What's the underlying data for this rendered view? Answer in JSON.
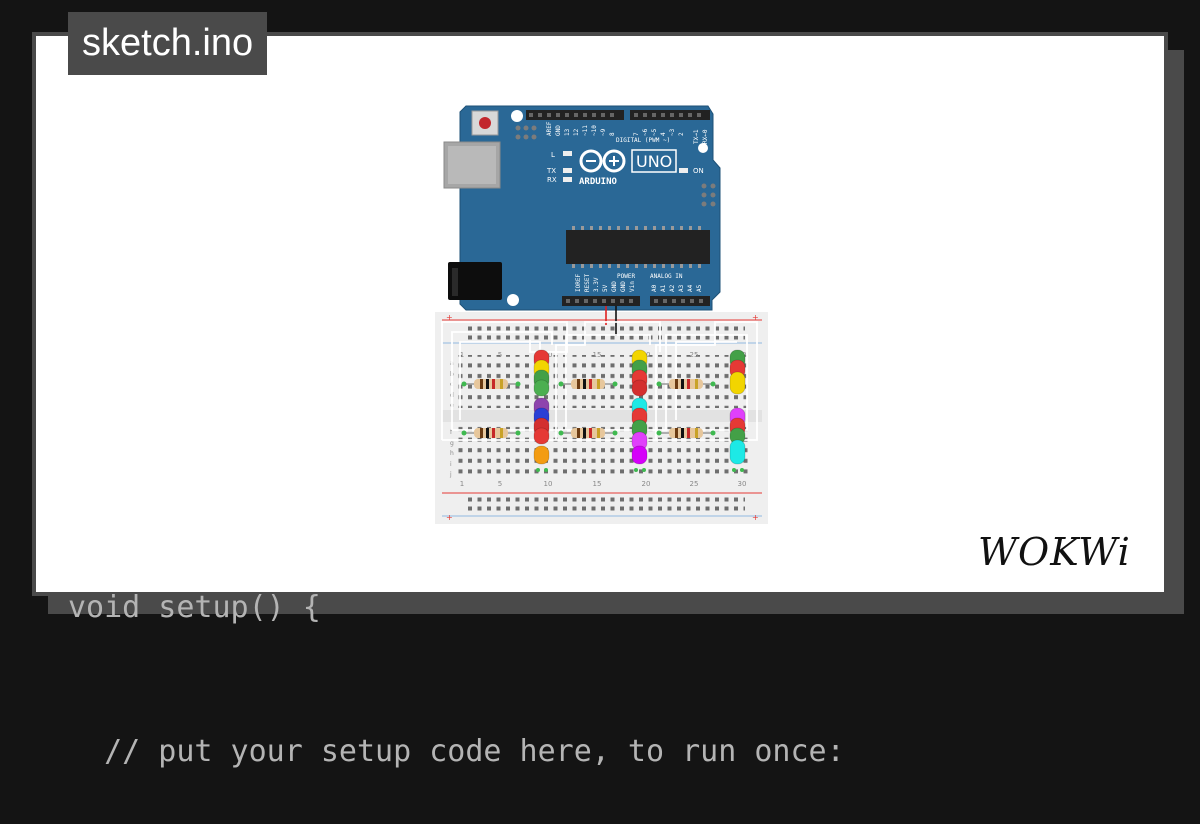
{
  "header": {
    "filename": "sketch.ino"
  },
  "code": {
    "line1": "void setup() {",
    "line2": "  // put your setup code here, to run once:"
  },
  "brand": {
    "logo_text": "WOKWi"
  },
  "board": {
    "brand": "ARDUINO",
    "model": "UNO",
    "digital_label": "DIGITAL (PWM ~)",
    "power_label": "POWER",
    "analog_label": "ANALOG IN",
    "led_l": "L",
    "led_tx": "TX",
    "led_rx": "RX",
    "on_label": "ON",
    "digital_pins": [
      "AREF",
      "GND",
      "13",
      "12",
      "~11",
      "~10",
      "~9",
      "8",
      "7",
      "~6",
      "~5",
      "4",
      "~3",
      "2",
      "TX→1",
      "RX←0"
    ],
    "power_pins": [
      "IOREF",
      "RESET",
      "3.3V",
      "5V",
      "GND",
      "GND",
      "Vin"
    ],
    "analog_pins": [
      "A0",
      "A1",
      "A2",
      "A3",
      "A4",
      "A5"
    ]
  },
  "breadboard": {
    "column_numbers": [
      "1",
      "5",
      "10",
      "15",
      "20",
      "25",
      "30"
    ],
    "row_letters_top": [
      "a",
      "b",
      "c",
      "d",
      "e"
    ],
    "row_letters_bottom": [
      "f",
      "g",
      "h",
      "i",
      "j"
    ]
  },
  "colors": {
    "board_blue": "#2a6896",
    "frame": "#4a4a4a",
    "code_gray": "#b4b4b4"
  }
}
